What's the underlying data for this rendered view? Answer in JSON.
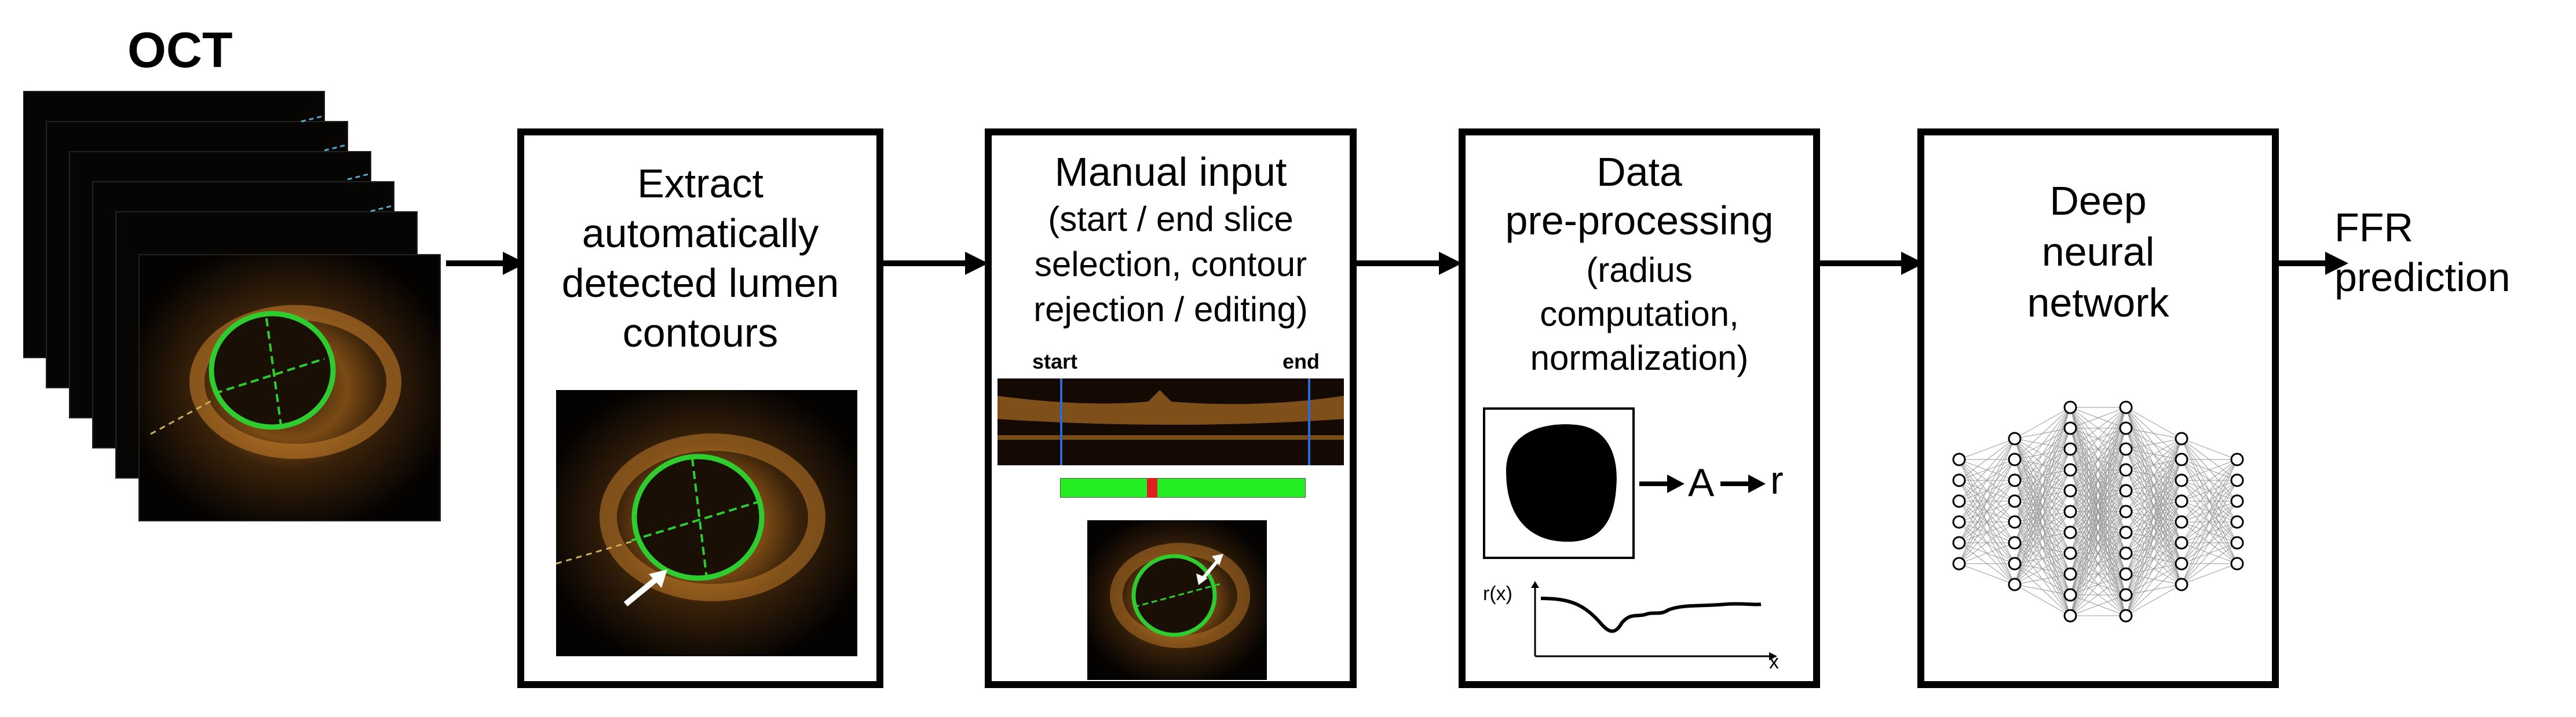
{
  "oct": {
    "label": "OCT"
  },
  "stage1": {
    "lines": [
      "Extract",
      "automatically",
      "detected lumen",
      "contours"
    ]
  },
  "stage2": {
    "title": "Manual input",
    "lines": [
      "(start / end slice",
      "selection, contour",
      "rejection / editing)"
    ],
    "start_label": "start",
    "end_label": "end"
  },
  "stage3": {
    "lines": [
      "Data",
      "pre-processing"
    ],
    "sub_lines": [
      "(radius",
      "computation,",
      "normalization)"
    ],
    "area_symbol": "A",
    "radius_symbol": "r",
    "plot_ylabel": "r(x)",
    "plot_xlabel": "x"
  },
  "stage4": {
    "lines": [
      "Deep",
      "neural",
      "network"
    ]
  },
  "output": {
    "lines": [
      "FFR",
      "prediction"
    ]
  },
  "colors": {
    "lumen_contour": "#2ecc2e",
    "slice_bar_ok": "#22ee22",
    "slice_bar_rejected": "#e02020"
  }
}
